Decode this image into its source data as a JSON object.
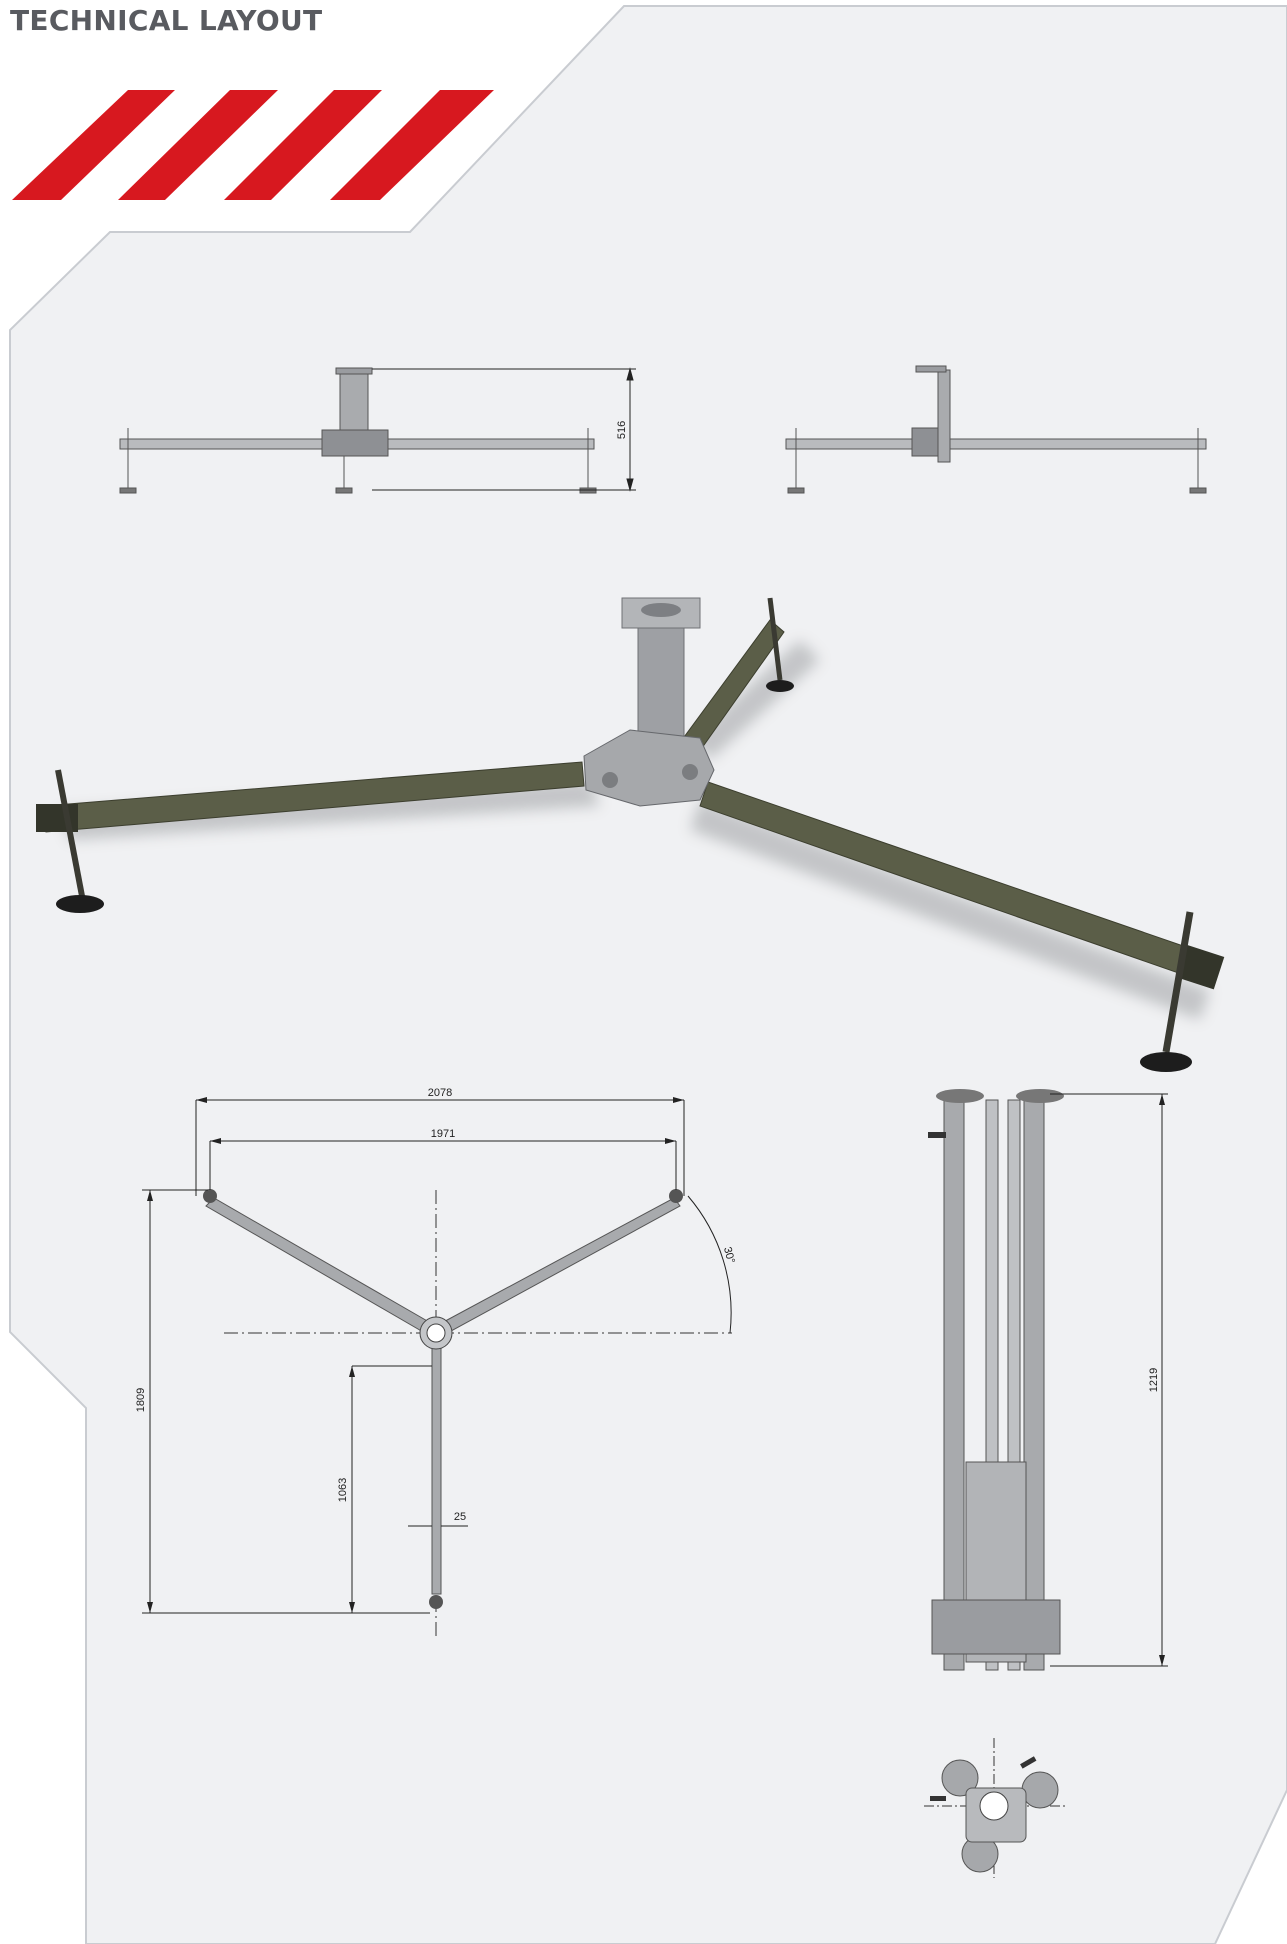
{
  "header": {
    "title": "TECHNICAL LAYOUT"
  },
  "colors": {
    "stripe": "#d7181f",
    "panel": "#f0f1f3",
    "panel_edge": "#c9ccd1",
    "tube": "#5b5e48",
    "metal": "#a3a5a9",
    "line": "#1f1f1f"
  },
  "dimensions": {
    "side_height": "516",
    "overall_width": "2078",
    "foot_span": "1971",
    "overall_depth": "1809",
    "centre_to_foot": "1063",
    "tube_width": "25",
    "leg_angle": "30°",
    "folded_height": "1219"
  },
  "views": [
    "front-elevation",
    "side-elevation",
    "isometric-render",
    "plan-view",
    "folded-side-view",
    "folded-top-view"
  ]
}
